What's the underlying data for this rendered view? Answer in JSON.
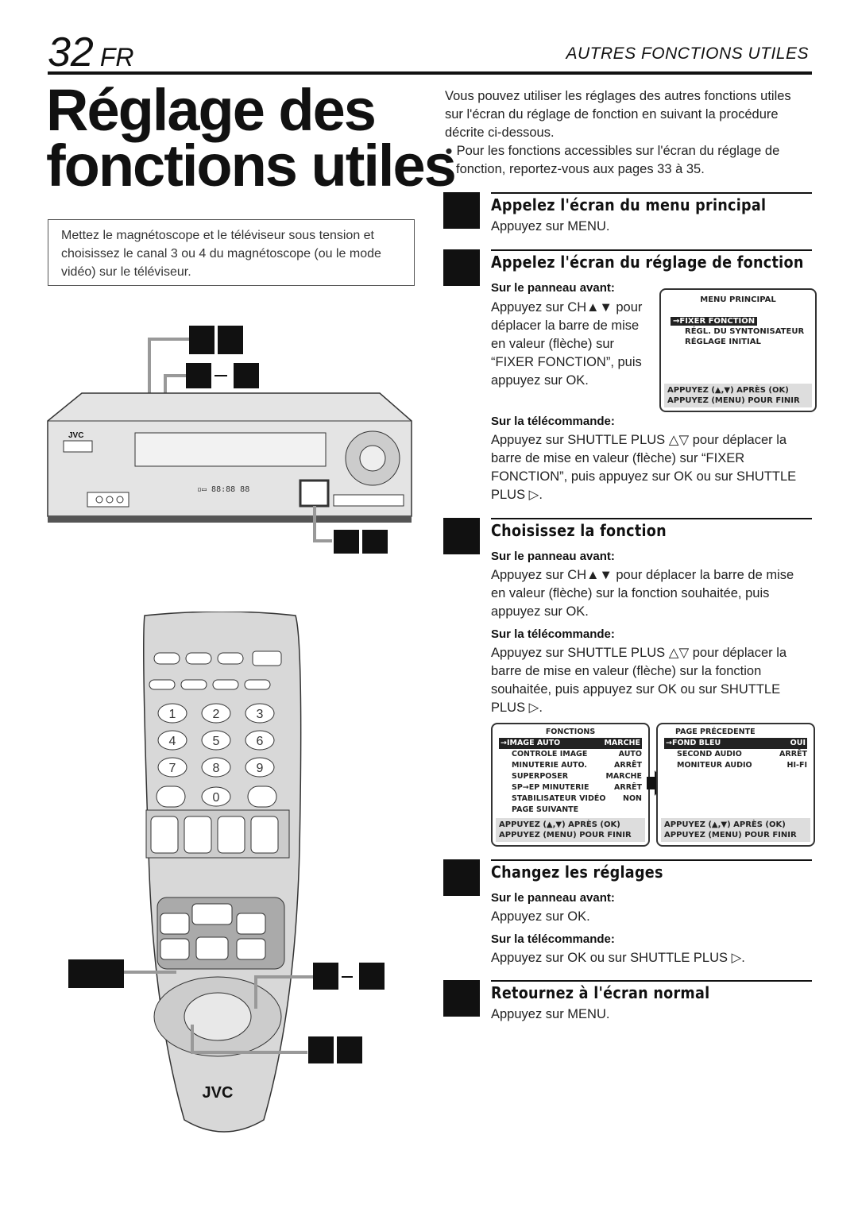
{
  "header": {
    "page_number": "32",
    "lang": "FR",
    "section": "AUTRES FONCTIONS UTILES"
  },
  "title": {
    "line1": "Réglage des",
    "line2": "fonctions utiles"
  },
  "note": "Mettez le magnétoscope et le téléviseur sous tension et choisissez le canal 3 ou 4 du magnétoscope (ou le mode vidéo) sur le téléviseur.",
  "intro": {
    "para": "Vous pouvez utiliser les réglages des autres fonctions utiles sur l'écran du réglage de fonction en suivant la procédure décrite ci-dessous.",
    "bullet": "Pour les fonctions accessibles sur l'écran du réglage de fonction, reportez-vous aux pages 33 à 35."
  },
  "steps": [
    {
      "heading": "Appelez l'écran du menu principal",
      "text": "Appuyez sur MENU."
    },
    {
      "heading": "Appelez l'écran du réglage de fonction",
      "front_label": "Sur le panneau avant:",
      "front_text": "Appuyez sur CH▲▼ pour déplacer la barre de mise en valeur (flèche) sur “FIXER FONCTION”, puis appuyez sur OK.",
      "remote_label": "Sur la télécommande:",
      "remote_text": "Appuyez sur SHUTTLE PLUS △▽ pour déplacer la barre de mise en valeur (flèche) sur “FIXER FONCTION”, puis appuyez sur OK ou sur SHUTTLE PLUS ▷."
    },
    {
      "heading": "Choisissez la fonction",
      "front_label": "Sur le panneau avant:",
      "front_text": "Appuyez sur CH▲▼ pour déplacer la barre de mise en valeur (flèche) sur la fonction souhaitée, puis appuyez sur OK.",
      "remote_label": "Sur la télécommande:",
      "remote_text": "Appuyez sur SHUTTLE PLUS △▽ pour déplacer la barre de mise en valeur (flèche) sur la fonction souhaitée, puis appuyez sur OK ou sur SHUTTLE PLUS ▷."
    },
    {
      "heading": "Changez les réglages",
      "front_label": "Sur le panneau avant:",
      "front_text": "Appuyez sur OK.",
      "remote_label": "Sur la télécommande:",
      "remote_text": "Appuyez sur OK ou sur SHUTTLE PLUS ▷."
    },
    {
      "heading": "Retournez à l'écran normal",
      "text": "Appuyez sur MENU."
    }
  ],
  "screen_main": {
    "title": "MENU PRINCIPAL",
    "items": [
      "→FIXER FONCTION",
      "RÉGL. DU SYNTONISATEUR",
      "RÉGLAGE INITIAL"
    ],
    "foot1": "APPUYEZ (▲,▼) APRÈS (OK)",
    "foot2": "APPUYEZ (MENU) POUR FINIR"
  },
  "screen_func": {
    "title": "FONCTIONS",
    "rows": [
      [
        "→IMAGE AUTO",
        "MARCHE"
      ],
      [
        "CONTROLE IMAGE",
        "AUTO"
      ],
      [
        "MINUTERIE AUTO.",
        "ARRÊT"
      ],
      [
        "SUPERPOSER",
        "MARCHE"
      ],
      [
        "SP→EP MINUTERIE",
        "ARRÊT"
      ],
      [
        "STABILISATEUR VIDÉO",
        "NON"
      ],
      [
        "PAGE SUIVANTE",
        ""
      ]
    ],
    "foot1": "APPUYEZ (▲,▼) APRÈS (OK)",
    "foot2": "APPUYEZ (MENU) POUR FINIR"
  },
  "screen_page": {
    "title": "PAGE PRÉCEDENTE",
    "rows": [
      [
        "→FOND BLEU",
        "OUI"
      ],
      [
        "SECOND AUDIO",
        "ARRÊT"
      ],
      [
        "MONITEUR AUDIO",
        "HI-FI"
      ]
    ],
    "foot1": "APPUYEZ (▲,▼) APRÈS (OK)",
    "foot2": "APPUYEZ (MENU) POUR FINIR"
  },
  "device": {
    "brand": "JVC",
    "remote_brand": "JVC",
    "keypad": [
      "1",
      "2",
      "3",
      "4",
      "5",
      "6",
      "7",
      "8",
      "9",
      "0"
    ]
  }
}
